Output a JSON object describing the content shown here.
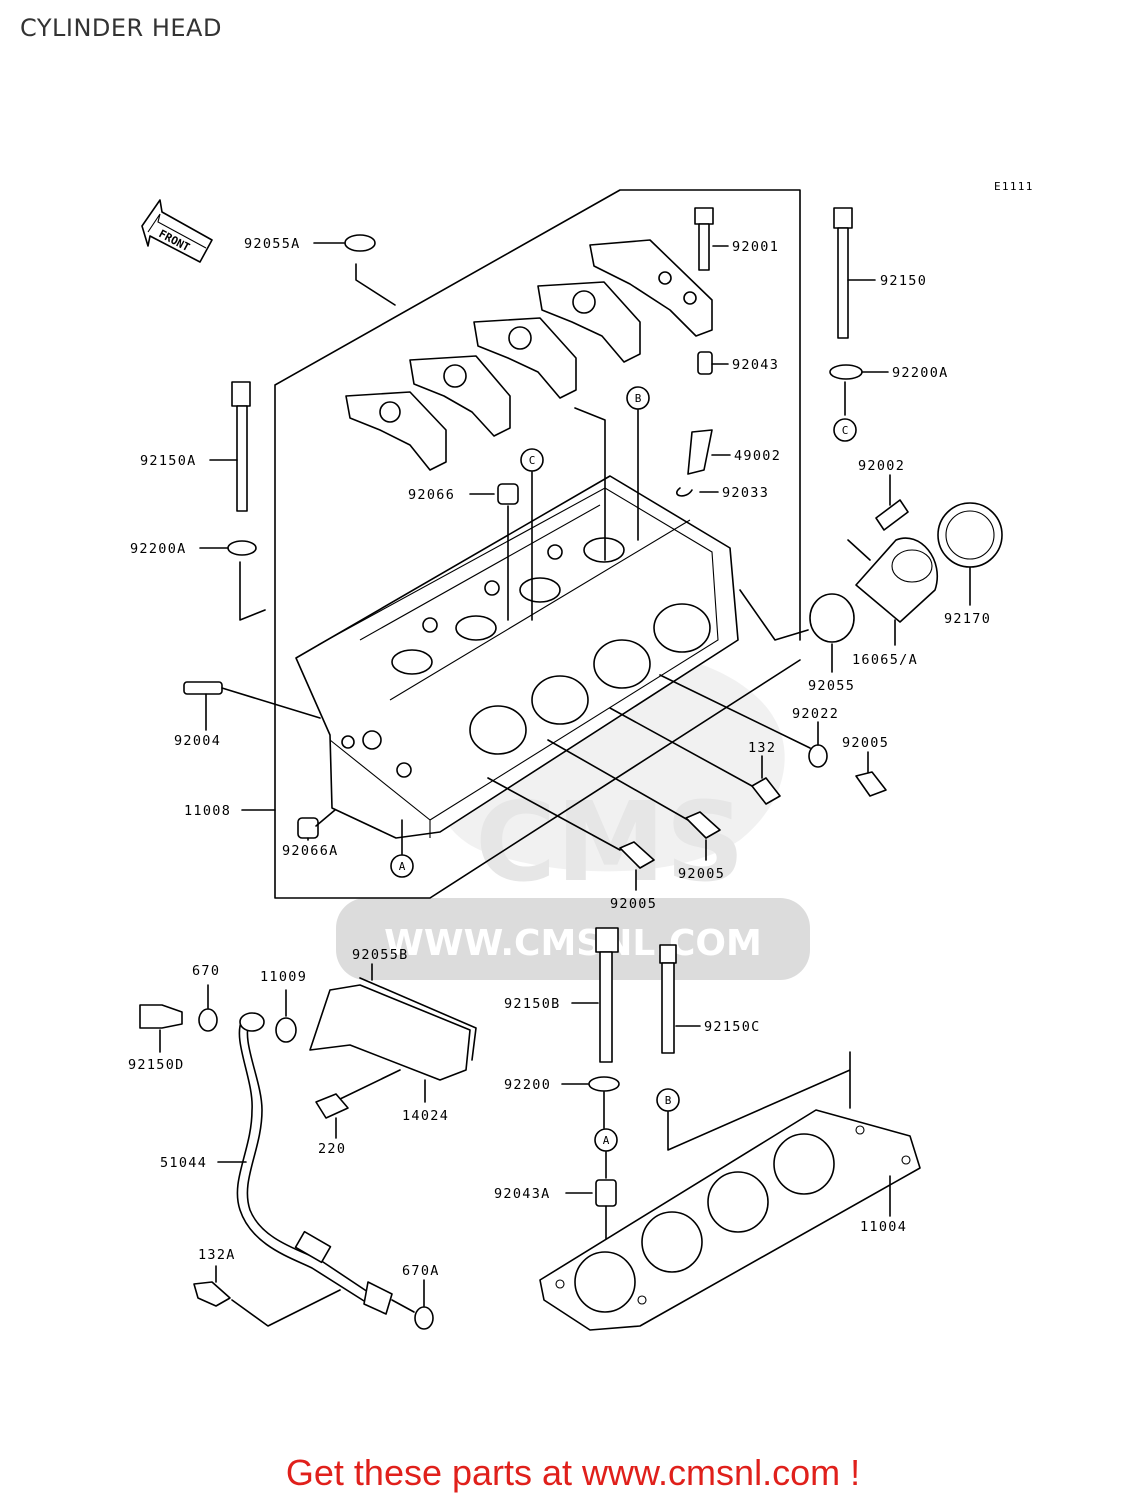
{
  "page_title": "CYLINDER HEAD",
  "diagram_code": "E1111",
  "front_label": "FRONT",
  "watermark": {
    "url": "WWW.CMSNL.COM",
    "brand": "CMS"
  },
  "footer_text": "Get these parts at www.cmsnl.com !",
  "parts": [
    "92055A",
    "92001",
    "92150",
    "92043",
    "92200A",
    "49002",
    "92033",
    "92150A",
    "92066",
    "92200A",
    "92002",
    "92170",
    "16065/A",
    "92055",
    "92004",
    "92022",
    "92005",
    "132",
    "11008",
    "92066A",
    "92005",
    "92005",
    "670",
    "11009",
    "92055B",
    "92150D",
    "92150B",
    "92150C",
    "14024",
    "92200",
    "220",
    "51044",
    "92043A",
    "11004",
    "132A",
    "670A"
  ],
  "callouts": [
    "A",
    "B",
    "C",
    "A",
    "B",
    "C"
  ],
  "colors": {
    "footer": "#e0201b",
    "title": "#333333",
    "watermark": "#d6d6d6"
  }
}
